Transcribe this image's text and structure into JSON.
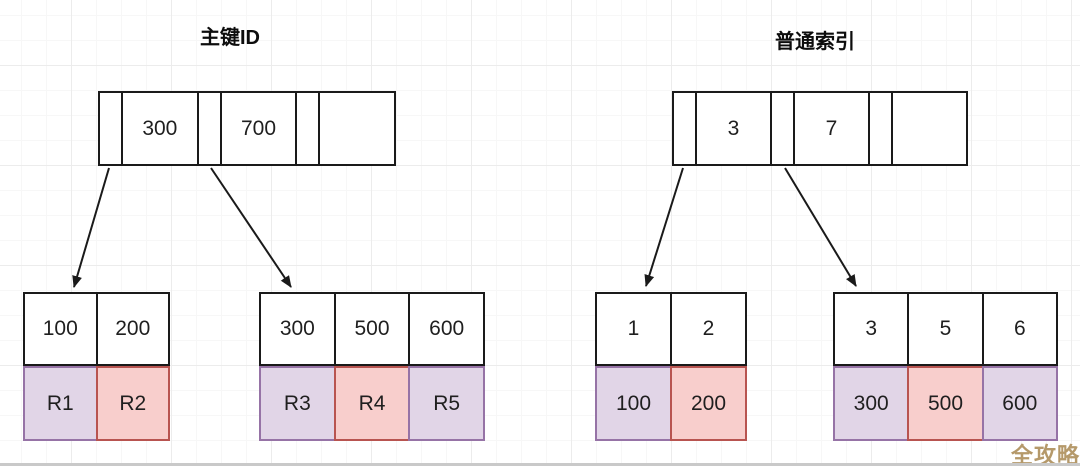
{
  "diagram": {
    "description_visible_text_only": "",
    "left_tree": {
      "title": "主键ID",
      "root": {
        "cells": [
          "",
          "300",
          "",
          "700",
          "",
          ""
        ]
      },
      "leaves": [
        {
          "keys": [
            "100",
            "200"
          ],
          "records": [
            {
              "label": "R1",
              "color": "purple"
            },
            {
              "label": "R2",
              "color": "pink"
            }
          ]
        },
        {
          "keys": [
            "300",
            "500",
            "600"
          ],
          "records": [
            {
              "label": "R3",
              "color": "purple"
            },
            {
              "label": "R4",
              "color": "pink"
            },
            {
              "label": "R5",
              "color": "purple"
            }
          ]
        }
      ]
    },
    "right_tree": {
      "title": "普通索引",
      "root": {
        "cells": [
          "",
          "3",
          "",
          "7",
          "",
          ""
        ]
      },
      "leaves": [
        {
          "keys": [
            "1",
            "2"
          ],
          "records": [
            {
              "label": "100",
              "color": "purple"
            },
            {
              "label": "200",
              "color": "pink"
            }
          ]
        },
        {
          "keys": [
            "3",
            "5",
            "6"
          ],
          "records": [
            {
              "label": "300",
              "color": "purple"
            },
            {
              "label": "500",
              "color": "pink"
            },
            {
              "label": "600",
              "color": "purple"
            }
          ]
        }
      ]
    },
    "colors": {
      "purple_fill": "#E1D5E7",
      "purple_stroke": "#9673A6",
      "pink_fill": "#F8CECC",
      "pink_stroke": "#B85450",
      "line": "#1A1A1A",
      "watermark": "#B5996A"
    }
  },
  "watermark": {
    "text": "全攻略"
  }
}
